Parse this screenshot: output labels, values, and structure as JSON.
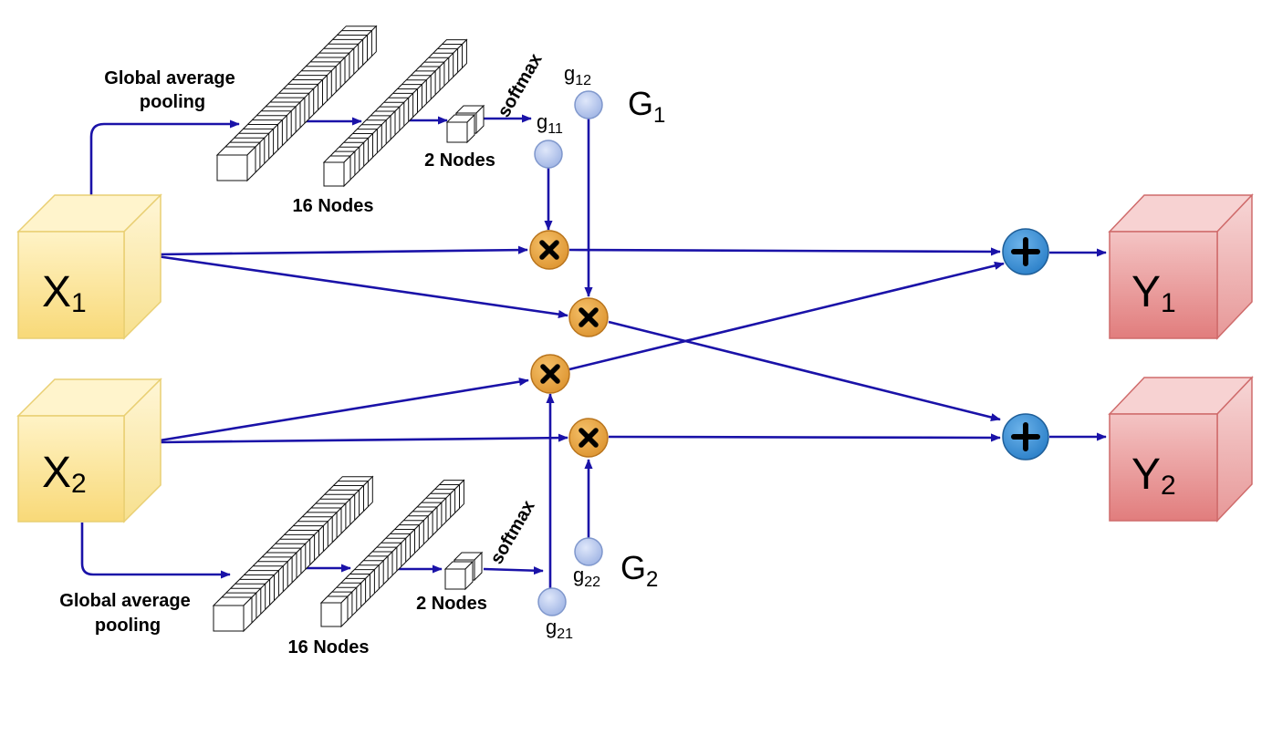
{
  "inputs": [
    {
      "symbol": "X",
      "index": "1"
    },
    {
      "symbol": "X",
      "index": "2"
    }
  ],
  "outputs": [
    {
      "symbol": "Y",
      "index": "1"
    },
    {
      "symbol": "Y",
      "index": "2"
    }
  ],
  "gates": [
    {
      "symbol": "G",
      "index": "1"
    },
    {
      "symbol": "G",
      "index": "2"
    }
  ],
  "gate_values": {
    "g12": {
      "symbol": "g",
      "index": "12"
    },
    "g11": {
      "symbol": "g",
      "index": "11"
    },
    "g22": {
      "symbol": "g",
      "index": "22"
    },
    "g21": {
      "symbol": "g",
      "index": "21"
    }
  },
  "branch_top": {
    "pooling_line1": "Global average",
    "pooling_line2": "pooling",
    "layer1": "16 Nodes",
    "layer2": "2 Nodes",
    "activation": "softmax"
  },
  "branch_bottom": {
    "pooling_line1": "Global average",
    "pooling_line2": "pooling",
    "layer1": "16 Nodes",
    "layer2": "2 Nodes",
    "activation": "softmax"
  },
  "colors": {
    "input_front": "#fbe7a0",
    "input_side": "#fff0bd",
    "output_front": "#e58a8a",
    "output_side": "#f2b8b8",
    "multiply_node": "#e8a33c",
    "add_node": "#3a8fd4",
    "gate_node": "#b8c8ea",
    "edge": "#1a12a8"
  }
}
